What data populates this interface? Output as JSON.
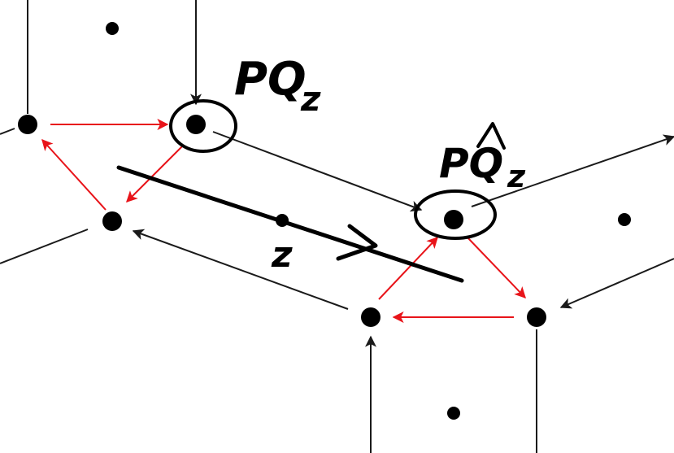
{
  "labels": {
    "pq2": "PQ",
    "pq2_sub": "z",
    "pq2_hat": "PQ",
    "pq2_hat_sub": "z",
    "z": "z"
  },
  "colors": {
    "black_arrow": "#1a1a1a",
    "red_arrow": "#e8141a",
    "node": "#000000",
    "stroke": "#000000"
  },
  "icons": {
    "hat": "circumflex"
  }
}
